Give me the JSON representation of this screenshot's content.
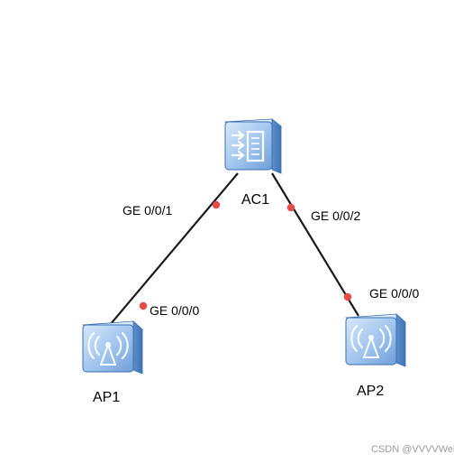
{
  "colors": {
    "link": "#1a1a1a",
    "port_dot": "#e84a4a",
    "device_light": "#bcd8f4",
    "device_mid": "#8fb8e8",
    "device_dark": "#4f86c6",
    "device_edge": "#3a6fb0"
  },
  "devices": [
    {
      "id": "ac1",
      "label": "AC1",
      "icon": "access-controller-icon"
    },
    {
      "id": "ap1",
      "label": "AP1",
      "icon": "wireless-ap-icon"
    },
    {
      "id": "ap2",
      "label": "AP2",
      "icon": "wireless-ap-icon"
    }
  ],
  "links": [
    {
      "from": "ac1",
      "to": "ap1",
      "from_port": "GE 0/0/1",
      "to_port": "GE 0/0/0"
    },
    {
      "from": "ac1",
      "to": "ap2",
      "from_port": "GE 0/0/2",
      "to_port": "GE 0/0/0"
    }
  ],
  "watermark": "CSDN @VVVVWeiYee"
}
